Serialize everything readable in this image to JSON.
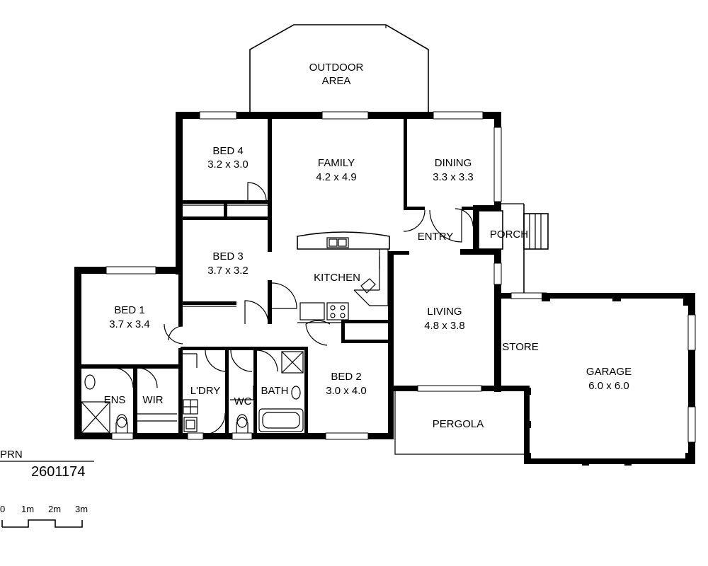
{
  "rooms": {
    "outdoor": {
      "line1": "OUTDOOR",
      "line2": "AREA"
    },
    "bed4": {
      "name": "BED  4",
      "size": "3.2  x  3.0"
    },
    "family": {
      "name": "FAMILY",
      "size": "4.2  x  4.9"
    },
    "dining": {
      "name": "DINING",
      "size": "3.3  x  3.3"
    },
    "entry": "ENTRY",
    "porch": "PORCH",
    "bed3": {
      "name": "BED  3",
      "size": "3.7  x  3.2"
    },
    "kitchen": "KITCHEN",
    "bed1": {
      "name": "BED  1",
      "size": "3.7  x  3.4"
    },
    "living": {
      "name": "LIVING",
      "size": "4.8  x  3.8"
    },
    "store": "STORE",
    "garage": {
      "name": "GARAGE",
      "size": "6.0  x  6.0"
    },
    "ens": "ENS",
    "wir": "WIR",
    "ldry": "L'DRY",
    "wc": "WC",
    "bath": "BATH",
    "bed2": {
      "name": "BED  2",
      "size": "3.0  x  4.0"
    },
    "pergola": "PERGOLA"
  },
  "prn": {
    "label": "PRN",
    "value": "2601174"
  },
  "scale": {
    "labels": [
      "0",
      "1m",
      "2m",
      "3m"
    ]
  }
}
